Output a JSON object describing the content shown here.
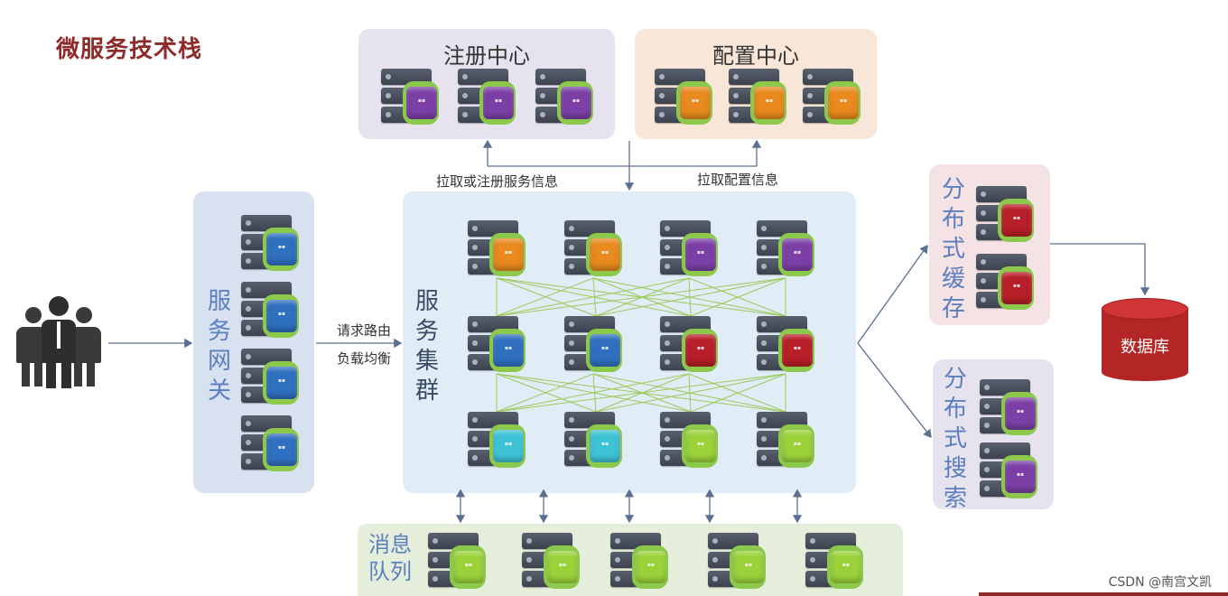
{
  "title": "微服务技术栈",
  "registry": {
    "title": "注册中心"
  },
  "config": {
    "title": "配置中心"
  },
  "gateway": {
    "chars": [
      "服",
      "务",
      "网",
      "关"
    ]
  },
  "cluster": {
    "chars": [
      "服",
      "务",
      "集",
      "群"
    ]
  },
  "cache": {
    "chars": [
      "分",
      "布",
      "式",
      "缓",
      "存"
    ]
  },
  "search": {
    "chars": [
      "分",
      "布",
      "式",
      "搜",
      "索"
    ]
  },
  "mq": {
    "line1": "消息",
    "line2": "队列"
  },
  "database": {
    "label": "数据库"
  },
  "edges": {
    "pull_register": "拉取或注册服务信息",
    "pull_config": "拉取配置信息",
    "route": "请求路由",
    "balance": "负载均衡"
  },
  "watermark": "CSDN @南宫文凯",
  "colors": {
    "title": "#8e2a2a",
    "purple": "#7b3fa6",
    "orange": "#e88a1e",
    "blue": "#2f6fbf",
    "red": "#b81f28",
    "cyan": "#3ec3d6",
    "lime": "#9bd23a",
    "green_halo": "#8cc84b"
  }
}
